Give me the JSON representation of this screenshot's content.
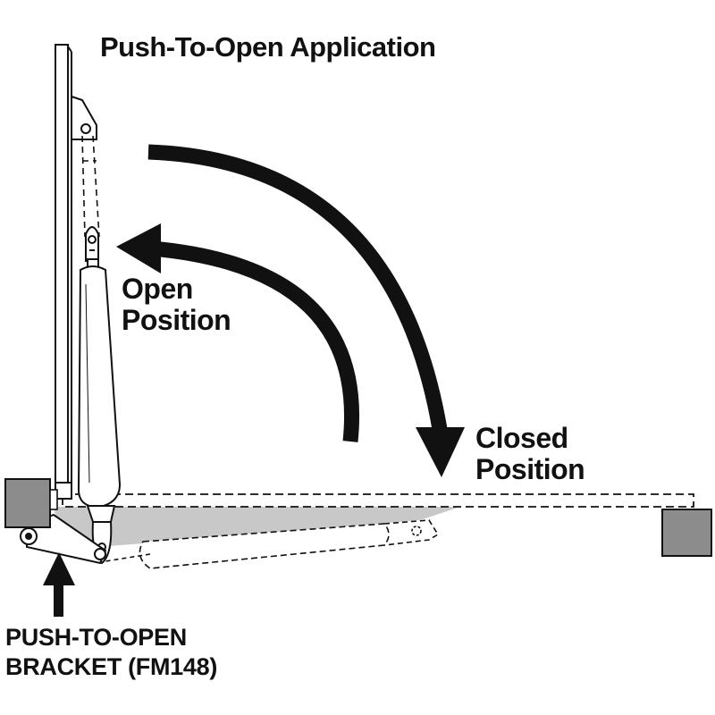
{
  "title": "Push-To-Open Application",
  "open_position": {
    "line1": "Open",
    "line2": "Position"
  },
  "closed_position": {
    "line1": "Closed",
    "line2": "Position"
  },
  "bracket": {
    "line1": "PUSH-TO-OPEN",
    "line2": "BRACKET (FM148)"
  },
  "colors": {
    "ink": "#111111",
    "block_fill": "#8c8c8c",
    "swing_shade": "#c8c8c8",
    "background": "#ffffff"
  }
}
